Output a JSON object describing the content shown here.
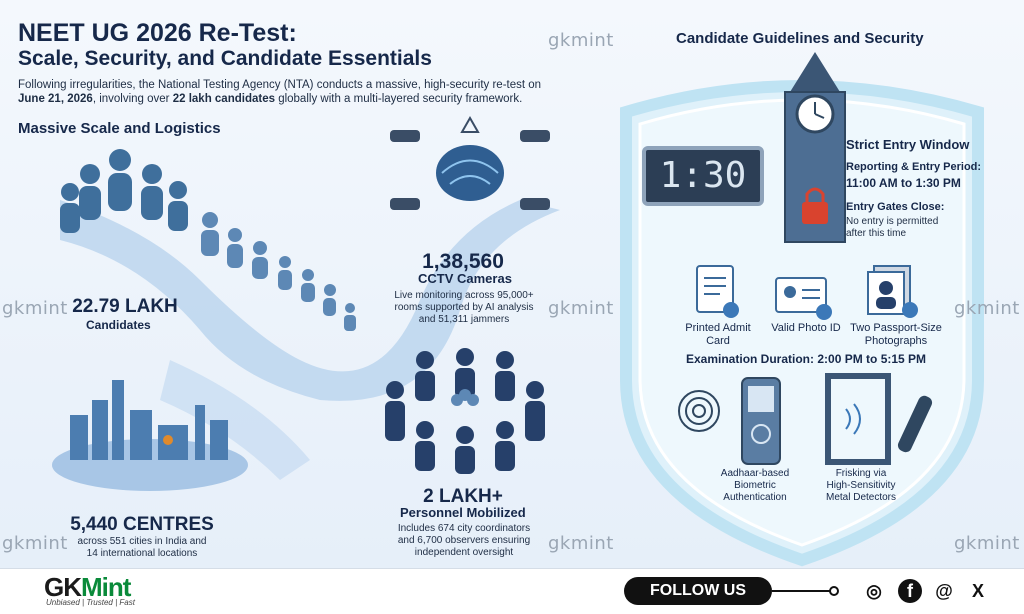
{
  "header": {
    "title": "NEET UG 2026 Re-Test:",
    "subtitle": "Scale, Security, and Candidate Essentials",
    "intro_pre": "Following irregularities, the National Testing Agency (NTA) conducts a massive, high-security re-test on",
    "intro_date": "June 21, 2026",
    "intro_mid": ", involving over ",
    "intro_count": "22 lakh candidates",
    "intro_post": " globally with a multi-layered security framework."
  },
  "watermark": "gkmint",
  "left": {
    "section_title": "Massive Scale and Logistics",
    "candidates_value": "22.79 LAKH",
    "candidates_label": "Candidates",
    "centres_value": "5,440 CENTRES",
    "centres_desc_1": "across 551 cities in India and",
    "centres_desc_2": "14 international locations"
  },
  "middle": {
    "cctv_value": "1,38,560",
    "cctv_label": "CCTV Cameras",
    "cctv_desc_1": "Live monitoring across 95,000+",
    "cctv_desc_2": "rooms supported by AI analysis",
    "cctv_desc_3": "and 51,311 jammers",
    "personnel_value": "2 LAKH+",
    "personnel_label": "Personnel Mobilized",
    "personnel_desc_1": "Includes 674 city coordinators",
    "personnel_desc_2": "and 6,700 observers ensuring",
    "personnel_desc_3": "independent oversight"
  },
  "right": {
    "section_title": "Candidate Guidelines and Security",
    "clock_display": "1:30",
    "entry_title": "Strict Entry Window",
    "reporting_label": "Reporting & Entry Period:",
    "reporting_time": "11:00 AM to 1:30 PM",
    "gates_label": "Entry Gates Close:",
    "gates_desc_1": "No entry is permitted",
    "gates_desc_2": "after this time",
    "docs": [
      {
        "line1": "Printed Admit",
        "line2": "Card"
      },
      {
        "line1": "Valid Photo ID",
        "line2": ""
      },
      {
        "line1": "Two Passport-Size",
        "line2": "Photographs"
      }
    ],
    "duration": "Examination Duration: 2:00 PM to 5:15 PM",
    "biometric_1": "Aadhaar-based",
    "biometric_2": "Biometric",
    "biometric_3": "Authentication",
    "frisking_1": "Frisking via",
    "frisking_2": "High-Sensitivity",
    "frisking_3": "Metal Detectors"
  },
  "footer": {
    "logo_g": "GK",
    "logo_m": "Mint",
    "tagline": "Unbiased | Trusted | Fast",
    "follow": "FOLLOW US",
    "social_instagram": "◎",
    "social_facebook": "f",
    "social_threads": "@",
    "social_x": "X"
  },
  "colors": {
    "navy": "#16284a",
    "shield": "#bfe3f3",
    "accent_blue": "#3b78b8",
    "brand_green": "#0a8a3a"
  }
}
